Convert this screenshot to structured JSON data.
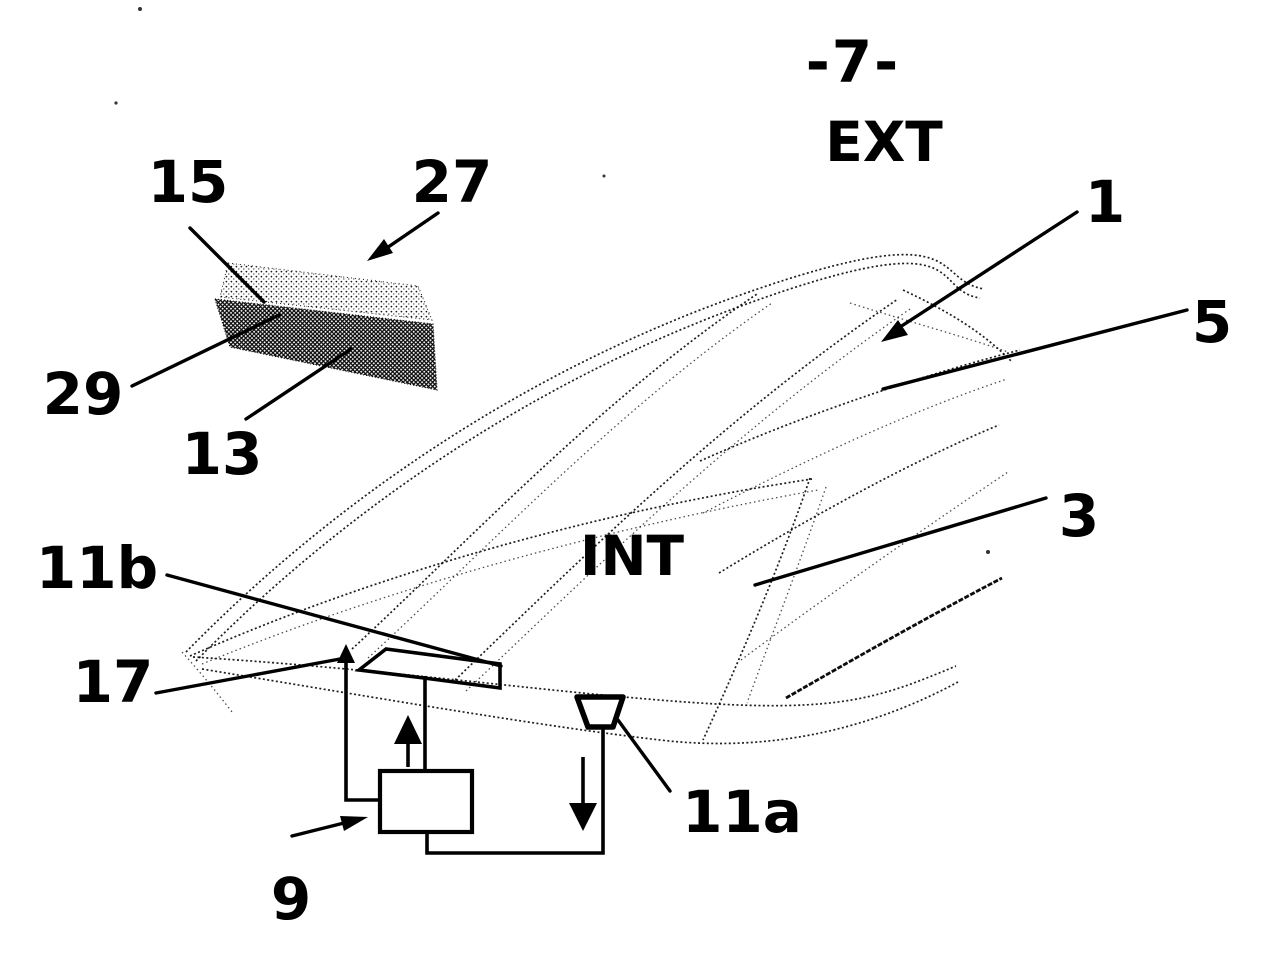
{
  "figure": {
    "figure_number": "-7-",
    "exterior_label": "EXT",
    "interior_label": "INT",
    "reference_labels": [
      "15",
      "27",
      "29",
      "13",
      "11b",
      "17",
      "9",
      "11a",
      "1",
      "5",
      "3"
    ]
  },
  "colors": {
    "ink": "#000000",
    "paper": "#ffffff"
  }
}
